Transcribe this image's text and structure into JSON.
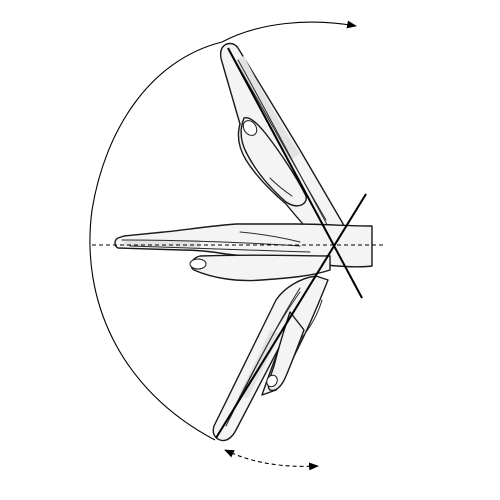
{
  "figure": {
    "colors": {
      "background": "#ffffff",
      "line": "#000000",
      "skin": "#f4f4f4",
      "shade": "#e2e2e2"
    },
    "hands": [
      {
        "position": "raised",
        "description_icon": "hand-raised-icon"
      },
      {
        "position": "neutral",
        "description_icon": "hand-neutral-icon"
      },
      {
        "position": "lowered",
        "description_icon": "hand-lowered-icon"
      }
    ],
    "arrows": [
      {
        "style": "solid",
        "icon": "arrow-right-icon"
      },
      {
        "style": "dashed",
        "icon": "arrow-right-icon"
      }
    ]
  }
}
